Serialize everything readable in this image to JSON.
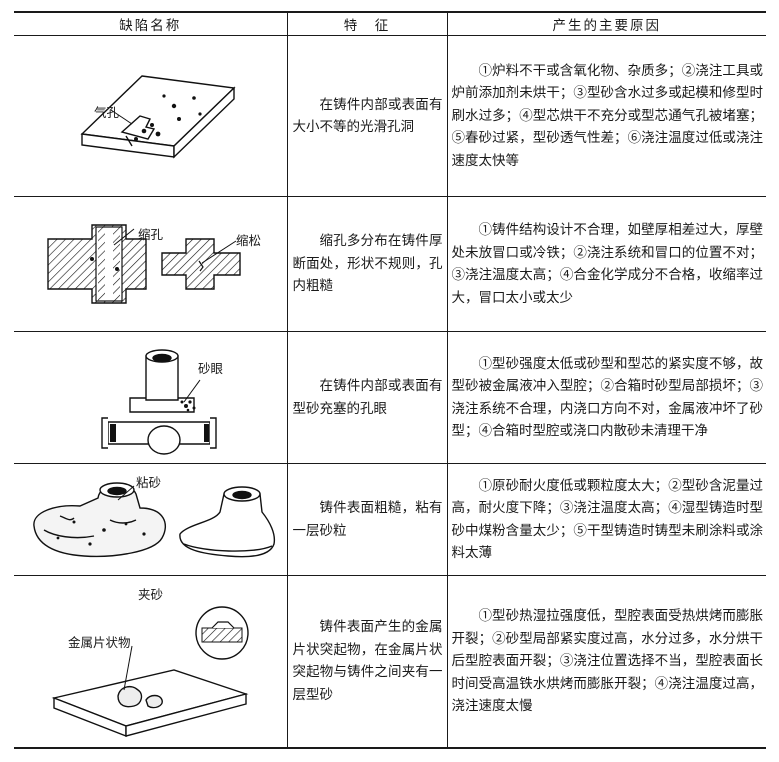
{
  "headers": {
    "name": "缺陷名称",
    "feature": "特　征",
    "cause": "产生的主要原因"
  },
  "rows": [
    {
      "label": "气孔",
      "feature": "在铸件内部或表面有大小不等的光滑孔洞",
      "cause": "①炉料不干或含氧化物、杂质多；②浇注工具或炉前添加剂未烘干；③型砂含水过多或起模和修型时刷水过多；④型芯烘干不充分或型芯通气孔被堵塞；⑤春砂过紧，型砂透气性差；⑥浇注温度过低或浇注速度太快等"
    },
    {
      "label": "缩孔",
      "label2": "缩松",
      "feature": "缩孔多分布在铸件厚断面处，形状不规则，孔内粗糙",
      "cause": "①铸件结构设计不合理，如壁厚相差过大，厚壁处未放冒口或冷铁；②浇注系统和冒口的位置不对；③浇注温度太高；④合金化学成分不合格，收缩率过大，冒口太小或太少"
    },
    {
      "label": "砂眼",
      "feature": "在铸件内部或表面有型砂充塞的孔眼",
      "cause": "①型砂强度太低或砂型和型芯的紧实度不够，故型砂被金属液冲入型腔；②合箱时砂型局部损坏；③浇注系统不合理，内浇口方向不对，金属液冲坏了砂型；④合箱时型腔或浇口内散砂未清理干净"
    },
    {
      "label": "粘砂",
      "feature": "铸件表面粗糙，粘有一层砂粒",
      "cause": "①原砂耐火度低或颗粒度太大；②型砂含泥量过高，耐火度下降；③浇注温度太高；④湿型铸造时型砂中煤粉含量太少；⑤干型铸造时铸型未刷涂料或涂料太薄"
    },
    {
      "label": "夹砂",
      "label2": "金属片状物",
      "feature": "铸件表面产生的金属片状突起物，在金属片状突起物与铸件之间夹有一层型砂",
      "cause": "①型砂热湿拉强度低，型腔表面受热烘烤而膨胀开裂；②砂型局部紧实度过高，水分过多，水分烘干后型腔表面开裂；③浇注位置选择不当，型腔表面长时间受高温铁水烘烤而膨胀开裂；④浇注温度过高，浇注速度太慢"
    }
  ]
}
